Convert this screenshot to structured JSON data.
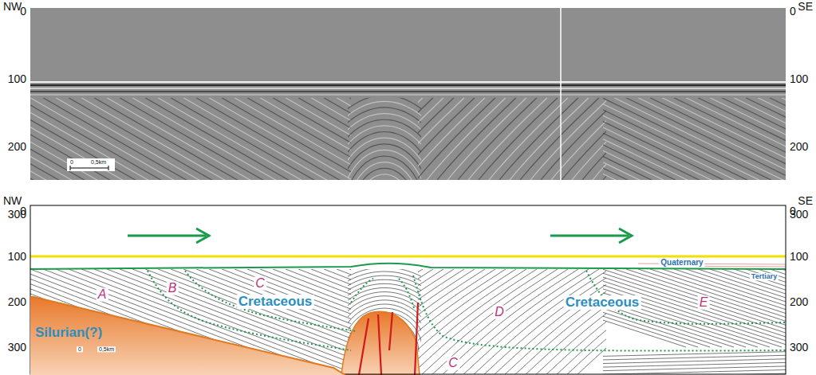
{
  "diagram": {
    "nodes": [
      {
        "text": [
          "Silurian(?)"
        ]
      }
    ],
    "labels": [
      "NW",
      "SE",
      "0",
      "100",
      "200",
      "300",
      "0",
      "100",
      "200",
      "300",
      "0",
      "0,5km",
      "NW",
      "SE",
      "0",
      "100",
      "200",
      "300",
      "0",
      "100",
      "200",
      "300",
      "A",
      "B",
      "C",
      "Cretaceous",
      "C",
      "D",
      "Cretaceous",
      "E",
      "Quaternary",
      "Tertiary",
      "0",
      "0,5km"
    ]
  }
}
